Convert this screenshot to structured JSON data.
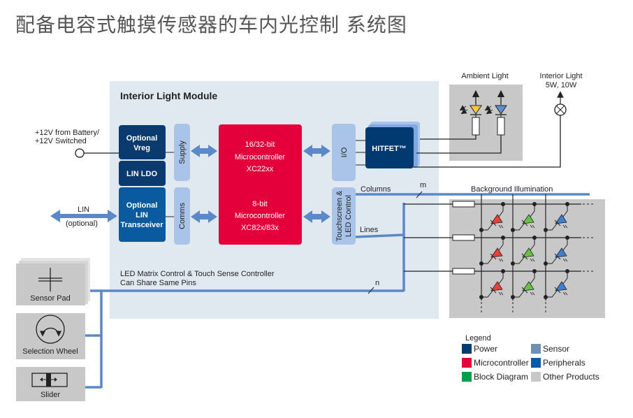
{
  "title": "配备电容式触摸传感器的车内光控制 系统图",
  "module": {
    "title": "Interior Light Module",
    "note_line1": "LED Matrix Control & Touch Sense Controller",
    "note_line2": "Can Share Same Pins"
  },
  "inputs": {
    "battery_line1": "+12V from Battery/",
    "battery_line2": "+12V Switched",
    "lin": "LIN",
    "lin_sub": "(optional)"
  },
  "blocks": {
    "vreg": [
      "Optional",
      "Vreg"
    ],
    "lin_ldo": "LIN LDO",
    "lin_transceiver": [
      "Optional",
      "LIN",
      "Transceiver"
    ],
    "supply": "Supply",
    "comms": "Comms",
    "mcu1": [
      "16/32-bit",
      "Microcontroller",
      "XC22xx"
    ],
    "mcu2": [
      "8-bit",
      "Microcontroller",
      "XC82x/83x"
    ],
    "io": "I/O",
    "touch": [
      "Touchscreen &",
      "LED Control"
    ],
    "hitfet": "HITFET™"
  },
  "outputs": {
    "ambient": "Ambient Light",
    "interior_line1": "Interior Light",
    "interior_line2": "5W, 10W",
    "background": "Background Illumination",
    "columns": "Columns",
    "lines": "Lines",
    "m": "m",
    "n": "n"
  },
  "sensors": {
    "pad": "Sensor Pad",
    "wheel": "Selection Wheel",
    "slider": "Slider"
  },
  "legend": {
    "title": "Legend",
    "items": [
      {
        "label": "Power",
        "color": "#003a70"
      },
      {
        "label": "Microcontroller",
        "color": "#e4003a"
      },
      {
        "label": "Block Diagram",
        "color": "#00a04a"
      },
      {
        "label": "Sensor",
        "color": "#6d8fb3"
      },
      {
        "label": "Peripherals",
        "color": "#0a5aa8"
      },
      {
        "label": "Other Products",
        "color": "#c8c8c8"
      }
    ]
  },
  "led_colors": [
    "#e8403a",
    "#6cc04a",
    "#3f7fd0"
  ]
}
